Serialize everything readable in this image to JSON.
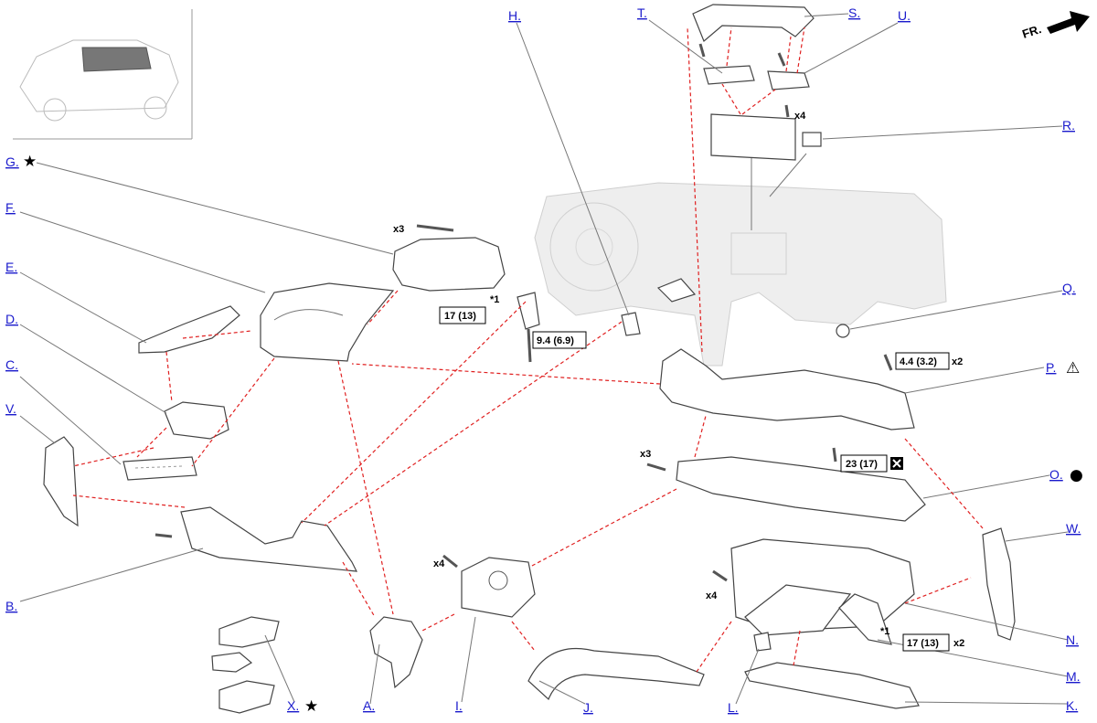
{
  "callouts": [
    {
      "id": "A",
      "label": "A.",
      "sym": ""
    },
    {
      "id": "B",
      "label": "B.",
      "sym": ""
    },
    {
      "id": "C",
      "label": "C.",
      "sym": ""
    },
    {
      "id": "D",
      "label": "D.",
      "sym": ""
    },
    {
      "id": "E",
      "label": "E.",
      "sym": ""
    },
    {
      "id": "F",
      "label": "F.",
      "sym": ""
    },
    {
      "id": "G",
      "label": "G.",
      "sym": "★"
    },
    {
      "id": "H",
      "label": "H.",
      "sym": ""
    },
    {
      "id": "I",
      "label": "I.",
      "sym": ""
    },
    {
      "id": "J",
      "label": "J.",
      "sym": ""
    },
    {
      "id": "K",
      "label": "K.",
      "sym": ""
    },
    {
      "id": "L",
      "label": "L.",
      "sym": ""
    },
    {
      "id": "M",
      "label": "M.",
      "sym": ""
    },
    {
      "id": "N",
      "label": "N.",
      "sym": ""
    },
    {
      "id": "O",
      "label": "O.",
      "sym": "●"
    },
    {
      "id": "P",
      "label": "P.",
      "sym": "⚠"
    },
    {
      "id": "Q",
      "label": "Q.",
      "sym": ""
    },
    {
      "id": "R",
      "label": "R.",
      "sym": ""
    },
    {
      "id": "S",
      "label": "S.",
      "sym": ""
    },
    {
      "id": "T",
      "label": "T.",
      "sym": ""
    },
    {
      "id": "U",
      "label": "U.",
      "sym": ""
    },
    {
      "id": "V",
      "label": "V.",
      "sym": ""
    },
    {
      "id": "W",
      "label": "W.",
      "sym": ""
    },
    {
      "id": "X",
      "label": "X.",
      "sym": "★"
    }
  ],
  "torques": [
    {
      "id": "t1",
      "value": "17 (13)",
      "note": "*1"
    },
    {
      "id": "t2",
      "value": "9.4 (6.9)",
      "note": ""
    },
    {
      "id": "t3",
      "value": "4.4 (3.2)",
      "note": ""
    },
    {
      "id": "t4",
      "value": "23 (17)",
      "note": ""
    },
    {
      "id": "t5",
      "value": "17 (13)",
      "note": "*1"
    }
  ],
  "quantities": [
    {
      "id": "q1",
      "text": "x3"
    },
    {
      "id": "q2",
      "text": "x4"
    },
    {
      "id": "q3",
      "text": "x2"
    },
    {
      "id": "q4",
      "text": "x3"
    },
    {
      "id": "q5",
      "text": "x4"
    },
    {
      "id": "q6",
      "text": "x4"
    },
    {
      "id": "q7",
      "text": "x2"
    }
  ],
  "front_indicator": {
    "label": "FR.",
    "arrow": "front-arrow-icon"
  },
  "do_not_reuse_icon": "x-box-icon",
  "colors": {
    "callout": "#1a1acc",
    "assembly_arrow": "#e02020",
    "leader": "#777777"
  }
}
